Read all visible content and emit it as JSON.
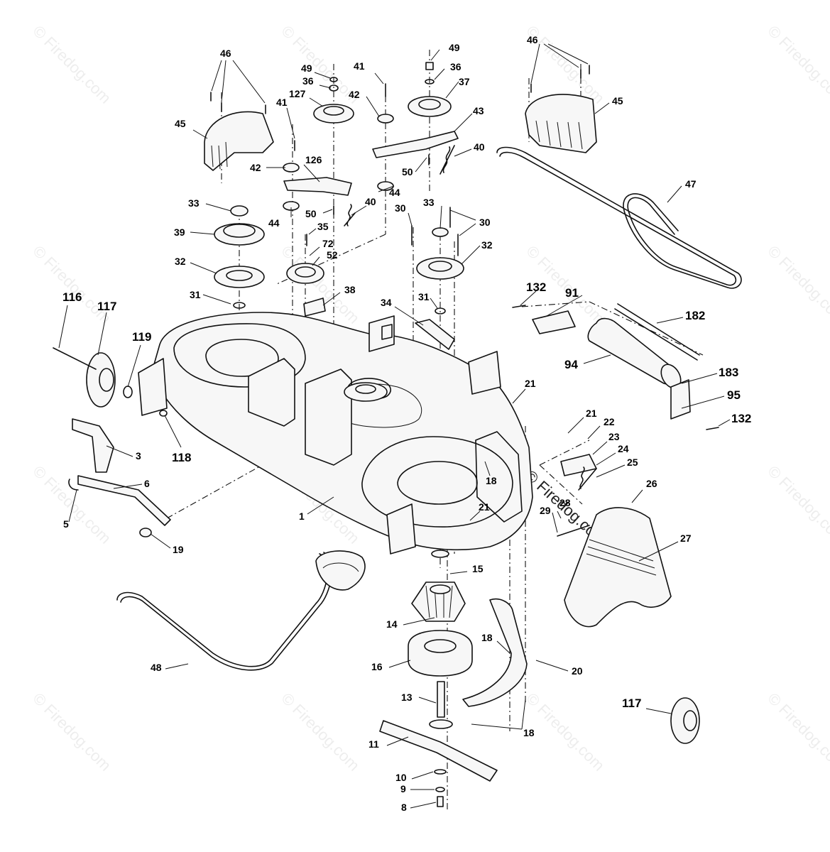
{
  "watermark": {
    "text": "© Firedog.com"
  },
  "callouts": {
    "c46a": "46",
    "c45a": "45",
    "c41a": "41",
    "c42a": "42",
    "c126": "126",
    "c49a": "49",
    "c36a": "36",
    "c127": "127",
    "c41b": "41",
    "c42b": "42",
    "c44a": "44",
    "c50a": "50",
    "c44b": "44",
    "c40a": "40",
    "c35": "35",
    "c72": "72",
    "c52": "52",
    "c33a": "33",
    "c39": "39",
    "c32a": "32",
    "c31a": "31",
    "c38": "38",
    "c49b": "49",
    "c36b": "36",
    "c37": "37",
    "c43": "43",
    "c40b": "40",
    "c50b": "50",
    "c30a": "30",
    "c33b": "33",
    "c30b": "30",
    "c32b": "32",
    "c31b": "31",
    "c34": "34",
    "c46b": "46",
    "c45b": "45",
    "c47": "47",
    "c132a": "132",
    "c91": "91",
    "c182": "182",
    "c94": "94",
    "c183": "183",
    "c95": "95",
    "c132b": "132",
    "c116": "116",
    "c117a": "117",
    "c119": "119",
    "c118": "118",
    "c3": "3",
    "c6": "6",
    "c5": "5",
    "c19": "19",
    "c1": "1",
    "c21a": "21",
    "c21b": "21",
    "c22": "22",
    "c23": "23",
    "c24": "24",
    "c25": "25",
    "c18a": "18",
    "c21c": "21",
    "c26": "26",
    "c28": "28",
    "c29": "29",
    "c27": "27",
    "c15": "15",
    "c14": "14",
    "c18b": "18",
    "c16": "16",
    "c20": "20",
    "c48": "48",
    "c13": "13",
    "c18c": "18",
    "c11": "11",
    "c10": "10",
    "c9": "9",
    "c8": "8",
    "c117b": "117"
  }
}
